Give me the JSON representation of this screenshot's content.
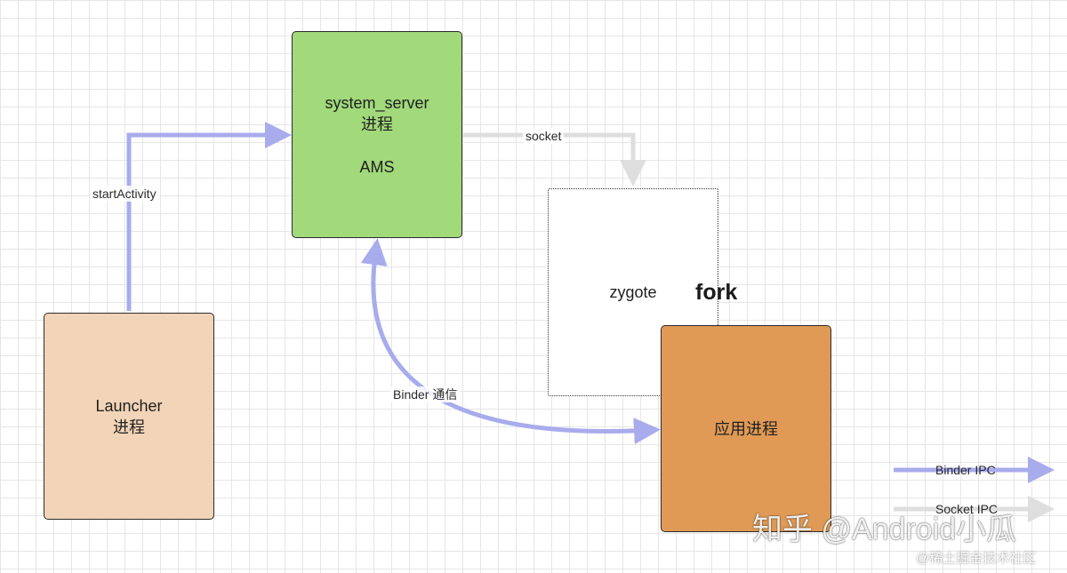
{
  "nodes": {
    "system_server": {
      "line1": "system_server",
      "line2": "进程",
      "line3": "AMS"
    },
    "launcher": {
      "line1": "Launcher",
      "line2": "进程"
    },
    "zygote": {
      "label": "zygote"
    },
    "app": {
      "label": "应用进程"
    }
  },
  "edges": {
    "start_activity": "startActivity",
    "socket": "socket",
    "binder": "Binder 通信",
    "fork": "fork"
  },
  "legend": {
    "binder": "Binder IPC",
    "socket": "Socket IPC"
  },
  "colors": {
    "binder_arrow": "#a8acec",
    "socket_arrow": "#dedede",
    "system_server_fill": "#a1d97b",
    "launcher_fill": "#f2d4b8",
    "app_fill": "#e09a55"
  },
  "watermark": {
    "main": "知乎 @Android小瓜",
    "sub": "@稀土掘金技术社区"
  }
}
